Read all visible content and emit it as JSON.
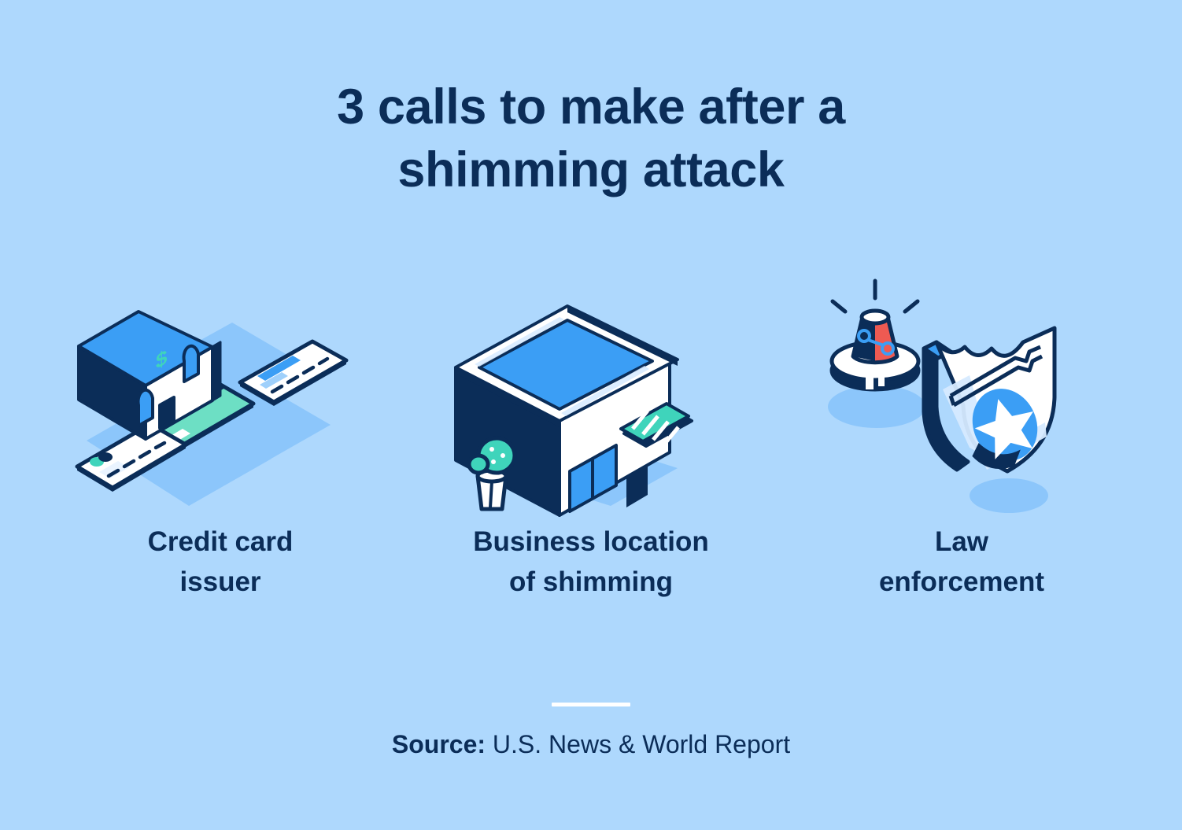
{
  "page": {
    "background_color": "#aed8fd",
    "text_color": "#0b2d58"
  },
  "title": {
    "line1": "3 calls to make after a",
    "line2": "shimming attack",
    "full": "3 calls to make after a shimming attack",
    "color": "#0b2d58"
  },
  "columns": [
    {
      "id": "credit-card-issuer",
      "label": "Credit card\nissuer",
      "label_line1": "Credit card",
      "label_line2": "issuer",
      "illustration": "bank-building-with-credit-cards-icon"
    },
    {
      "id": "business-location",
      "label": "Business location\nof shimming",
      "label_line1": "Business location",
      "label_line2": "of shimming",
      "illustration": "storefront-building-icon"
    },
    {
      "id": "law-enforcement",
      "label": "Law\nenforcement",
      "label_line1": "Law",
      "label_line2": "enforcement",
      "illustration": "police-siren-and-badge-icon"
    }
  ],
  "footer": {
    "divider_color": "#ffffff",
    "source_label": "Source:",
    "source_value": " U.S. News & World Report"
  },
  "palette": {
    "background": "#aed8fd",
    "shadow_blue": "#8cc6fb",
    "navy": "#0b2d58",
    "bright_blue": "#3b9ef5",
    "light_blue": "#5cb0f7",
    "teal": "#3fd4bb",
    "mint": "#6ddfc4",
    "white": "#ffffff",
    "off_white": "#f2f8ff",
    "red": "#ee5a52"
  }
}
